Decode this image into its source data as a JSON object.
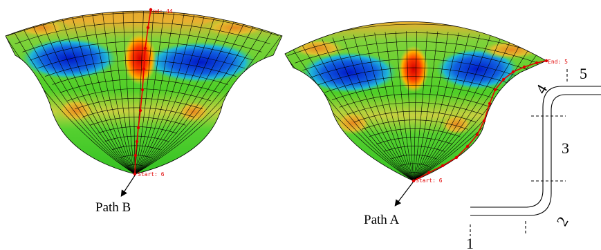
{
  "figure": {
    "left_panel": {
      "path_label": "Path B",
      "start_label": "Start: 6",
      "end_label": "End: 44"
    },
    "right_panel": {
      "path_label": "Path A",
      "start_label": "Start: 6",
      "end_label": "End: 5"
    },
    "section_labels": [
      "1",
      "2",
      "3",
      "4",
      "5"
    ]
  },
  "colors": {
    "path": "#e00000",
    "mesh_line": "#000000",
    "contour_low": "#0a2fd0",
    "contour_mid": "#3ad01c",
    "contour_high": "#ff2200",
    "contour_warm": "#e89020"
  }
}
